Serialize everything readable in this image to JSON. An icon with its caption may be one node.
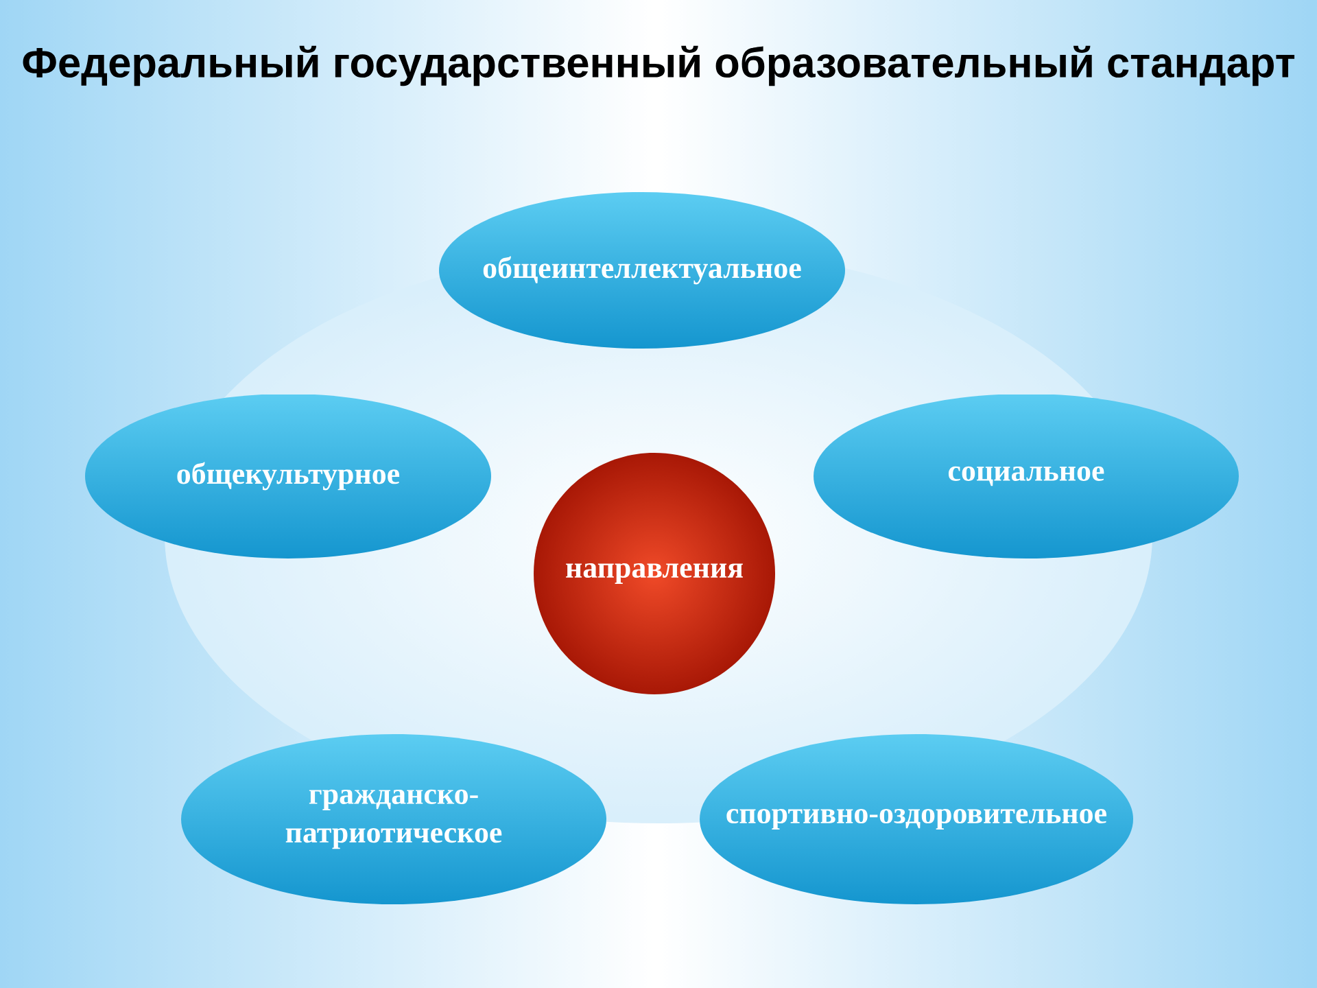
{
  "diagram": {
    "title": "Федеральный государственный образовательный стандарт",
    "nodes": [
      {
        "text": [
          "общеинтеллектуальное"
        ]
      },
      {
        "text": [
          "общекультурное"
        ]
      },
      {
        "text": [
          "социальное"
        ]
      },
      {
        "text": [
          "направления"
        ]
      },
      {
        "text": [
          "гражданско-патриотическое"
        ]
      },
      {
        "text": [
          "спортивно-оздоровительное"
        ]
      }
    ]
  }
}
